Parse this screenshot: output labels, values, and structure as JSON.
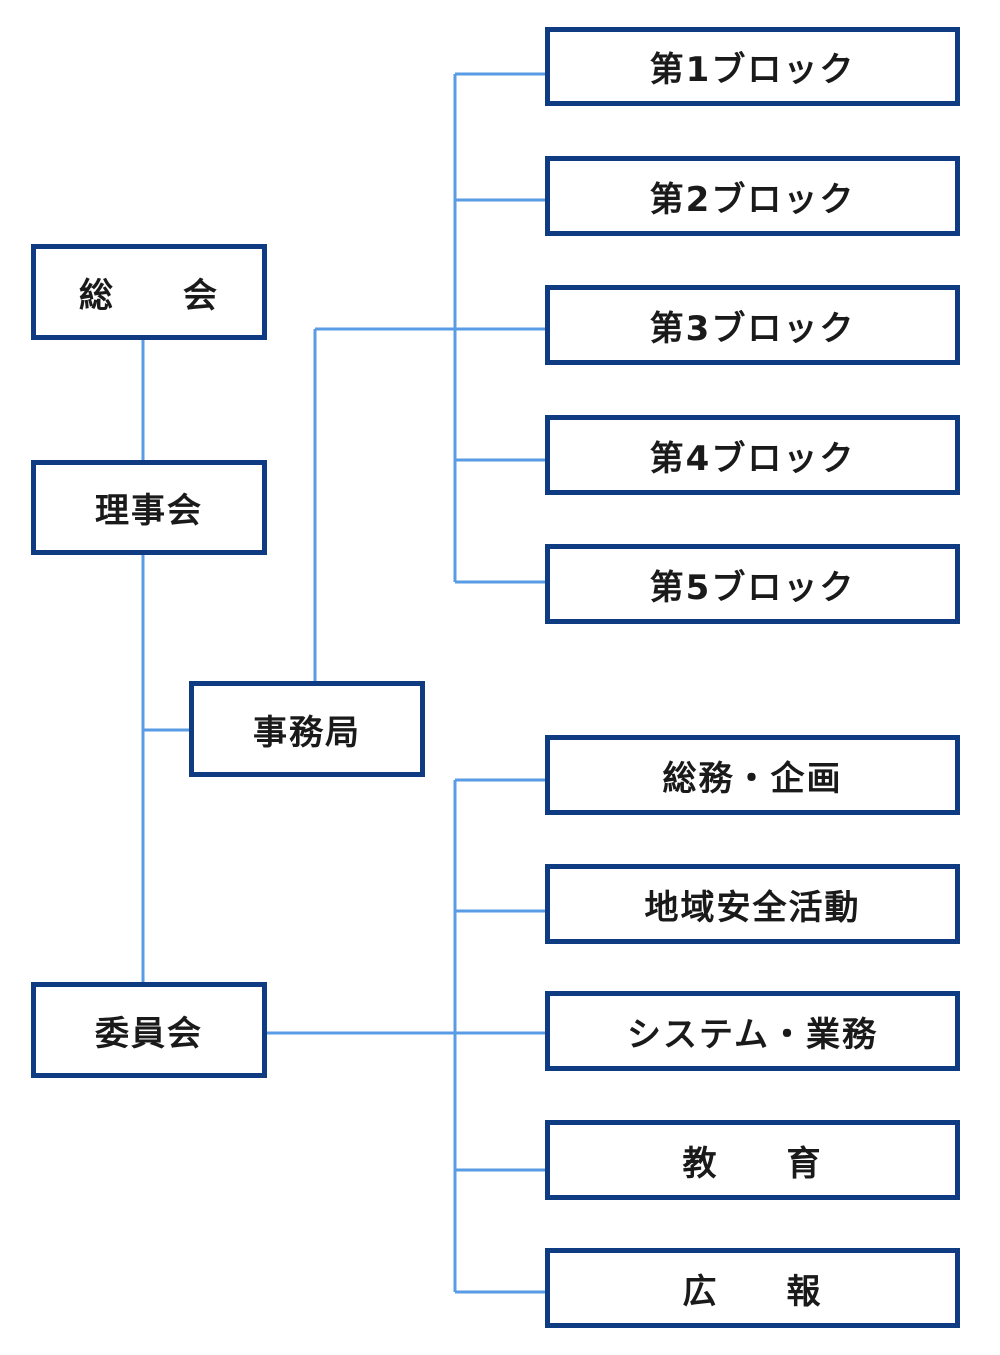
{
  "colors": {
    "box_border": "#0f3b82",
    "connector": "#5a9be6",
    "text": "#1a1a1a"
  },
  "nodes": {
    "soukai": [
      "総",
      "会"
    ],
    "rijikai": "理事会",
    "jimukyoku": "事務局",
    "iinkai": "委員会"
  },
  "blocks": [
    "第1ブロック",
    "第2ブロック",
    "第3ブロック",
    "第4ブロック",
    "第5ブロック"
  ],
  "committees": {
    "soumu": "総務・企画",
    "chiiki": "地域安全活動",
    "system": "システム・業務",
    "kyouiku": [
      "教",
      "育"
    ],
    "kouhou": [
      "広",
      "報"
    ]
  }
}
